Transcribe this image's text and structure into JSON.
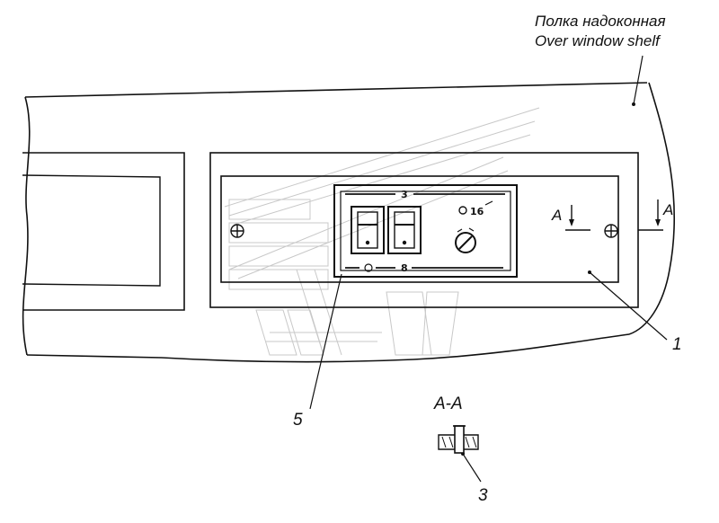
{
  "callouts": {
    "shelf_ru": "Полка надоконная",
    "shelf_en": "Over window  shelf",
    "section_a_left": "A",
    "section_a_right": "A",
    "section_view_title": "A-A",
    "item_1": "1",
    "item_3": "3",
    "item_5": "5"
  },
  "panel_marks": {
    "top_number": "3",
    "bottom_number": "8",
    "knob_number": "16"
  }
}
